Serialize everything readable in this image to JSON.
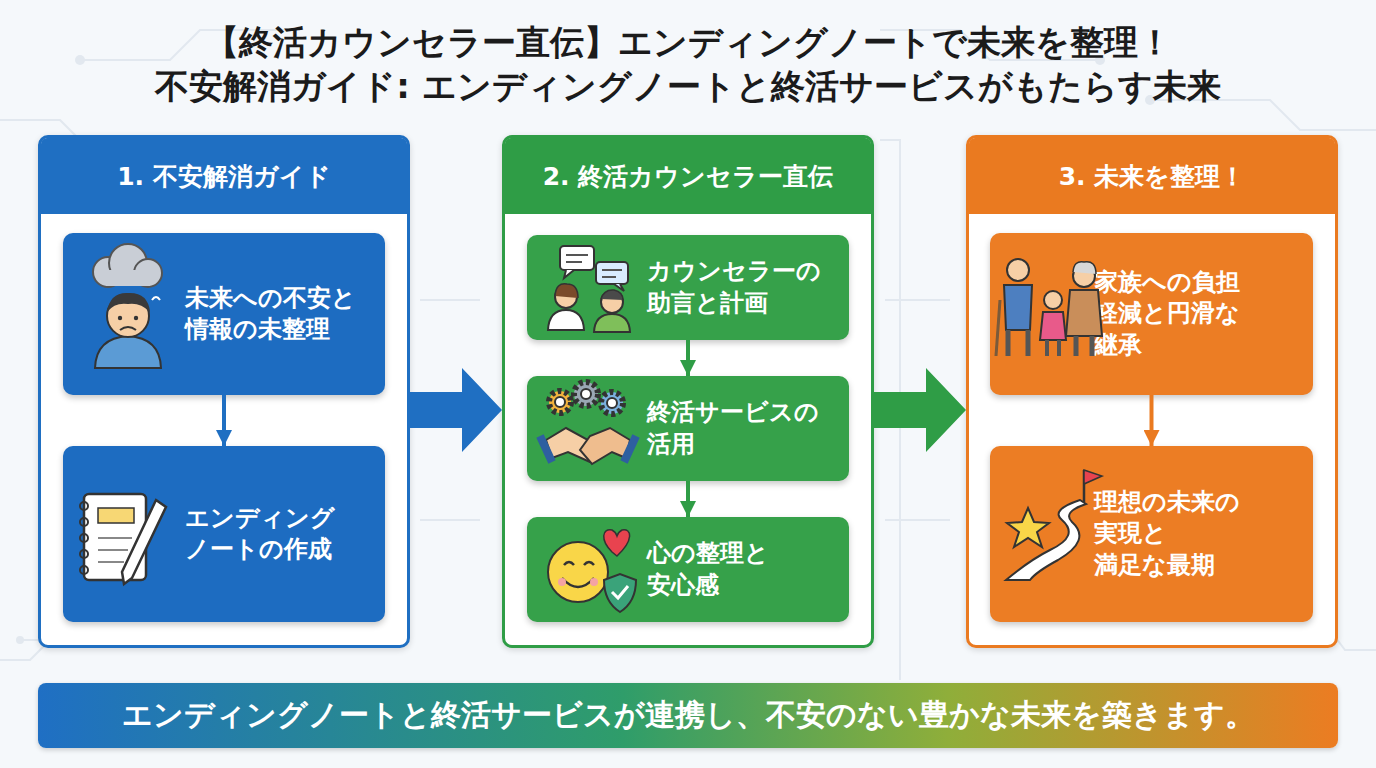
{
  "diagram": {
    "title": "【終活カウンセラー直伝】エンディングノートで未来を整理！ 不安解消ガイド: エンディングノートと終活サービスがもたらす未来",
    "caption": "エンディングノートと終活サービスが連携し、不安のない豊かな未来を築きます。",
    "nodes": [
      {
        "text": [
          "1. 不安解消ガイド"
        ]
      },
      {
        "text": [
          "未来への不安と 情報の未整理"
        ],
        "in": 0
      },
      {
        "text": [
          "エンディング ノートの作成"
        ],
        "in": 0
      },
      {
        "text": [
          "2. 終活カウンセラー直伝"
        ]
      },
      {
        "text": [
          "カウンセラーの 助言と計画"
        ],
        "in": 3
      },
      {
        "text": [
          "終活サービスの 活用"
        ],
        "in": 3
      },
      {
        "text": [
          "心の整理と 安心感"
        ],
        "in": 3
      },
      {
        "text": [
          "3. 未来を整理！"
        ]
      },
      {
        "text": [
          "家族への負担 軽減と円滑な 継承"
        ],
        "in": 7
      },
      {
        "text": [
          "理想の未来の 実現と 満足な最期"
        ],
        "in": 7
      }
    ],
    "edges": [
      {
        "from": 1,
        "to": 2,
        "arrow": "to"
      },
      {
        "from": 0,
        "to": 3,
        "arrow": "to"
      },
      {
        "from": 4,
        "to": 5,
        "arrow": "to"
      },
      {
        "from": 5,
        "to": 6,
        "arrow": "to"
      },
      {
        "from": 3,
        "to": 7,
        "arrow": "to"
      },
      {
        "from": 8,
        "to": 9,
        "arrow": "to"
      }
    ]
  }
}
